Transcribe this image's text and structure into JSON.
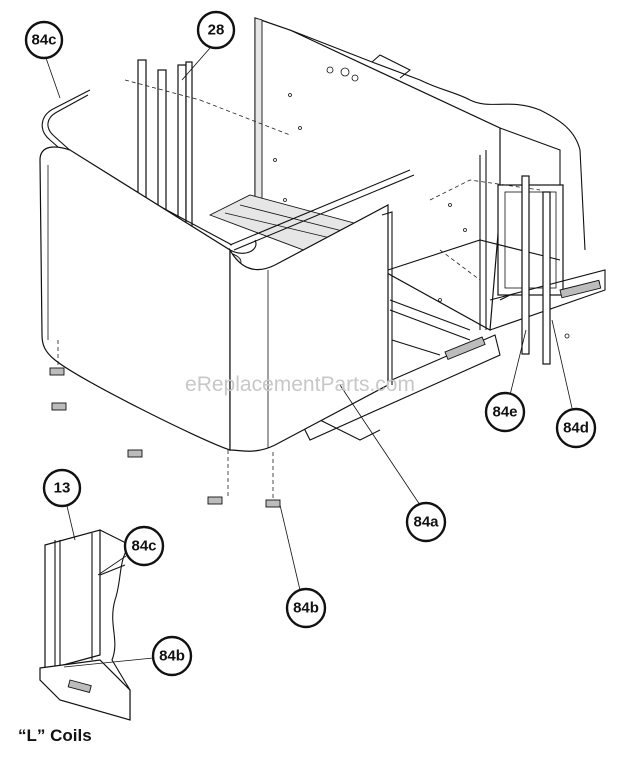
{
  "callouts": {
    "c84c_top": "84c",
    "c28": "28",
    "c84e": "84e",
    "c84d": "84d",
    "c84a": "84a",
    "c84b": "84b",
    "c13": "13",
    "c84c_inset": "84c",
    "c84b_inset": "84b"
  },
  "caption": "“L” Coils",
  "watermark": "eReplacementParts.com"
}
